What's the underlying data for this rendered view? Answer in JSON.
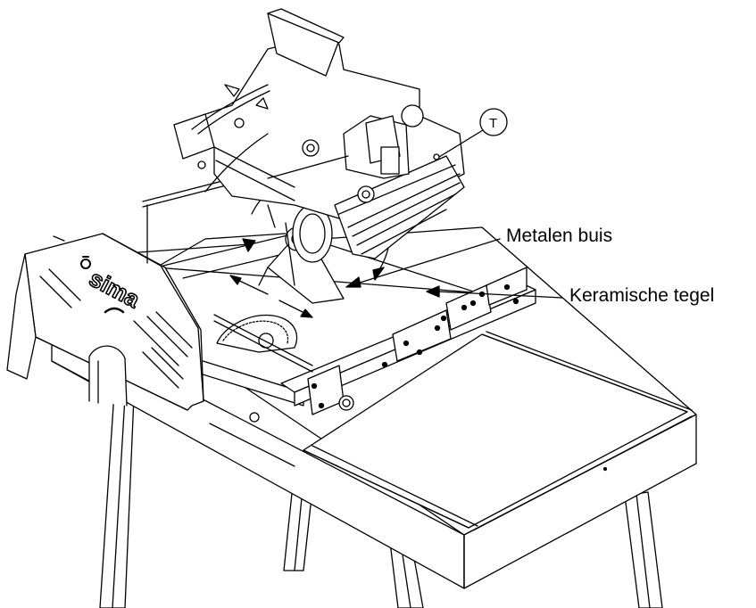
{
  "labels": {
    "metalen_buis": "Metalen buis",
    "keramische_tegel": "Keramische tegel",
    "marker_t": "T"
  },
  "brand": {
    "name": "sima"
  },
  "colors": {
    "ink": "#000000",
    "paper": "#ffffff",
    "shade": "#e6e6e6",
    "dark": "#555555"
  }
}
